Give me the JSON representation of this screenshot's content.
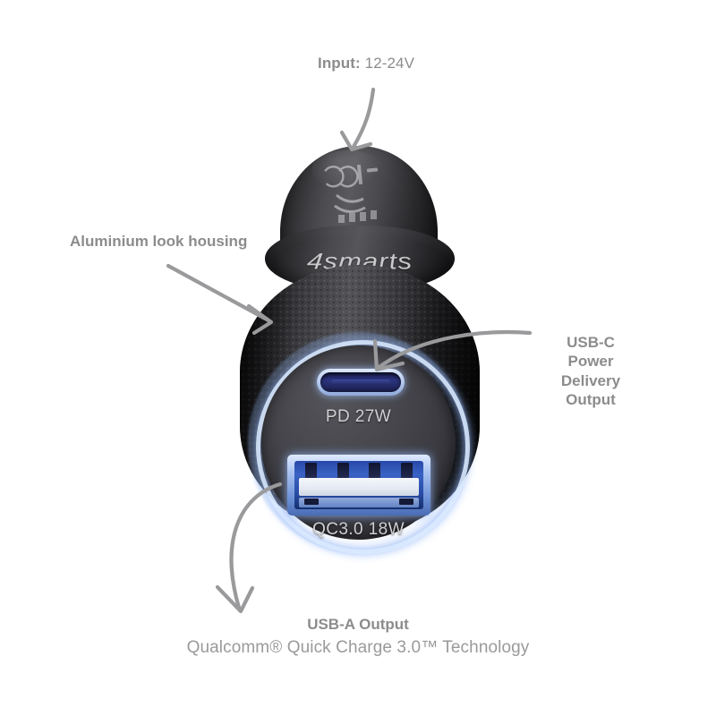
{
  "page": {
    "title": "4smarts Car Charger Feature Callouts",
    "background_color": "#ffffff",
    "text_color": "#8c8c8e"
  },
  "callouts": {
    "input": {
      "lead": "Input:",
      "value": " 12-24V",
      "full": "Input: 12-24V"
    },
    "housing": {
      "label": "Aluminium look housing"
    },
    "usb_c": {
      "line1": "USB-C",
      "line2": "Power Delivery",
      "line3": "Output"
    },
    "usb_a": {
      "title": "USB-A Output",
      "subtitle": "Qualcomm® Quick Charge 3.0™ Technology"
    }
  },
  "device": {
    "brand": "4smarts",
    "ports": [
      {
        "name": "usb-c",
        "label": "PD 27W"
      },
      {
        "name": "usb-a",
        "label": "QC3.0 18W"
      }
    ],
    "face_color": "#3a3a40",
    "glow_color": "#d6e7ff",
    "port_blue": "#2c3480",
    "body_color": "#2a2a2e"
  },
  "arrows": {
    "color": "#9a9a9c",
    "items": [
      {
        "name": "arrow-input",
        "points_to": "rear-cap"
      },
      {
        "name": "arrow-housing",
        "points_to": "knurled-barrel"
      },
      {
        "name": "arrow-usb-c",
        "points_to": "usb-c-port"
      },
      {
        "name": "arrow-usb-a",
        "points_to": "usb-a-port"
      }
    ]
  }
}
